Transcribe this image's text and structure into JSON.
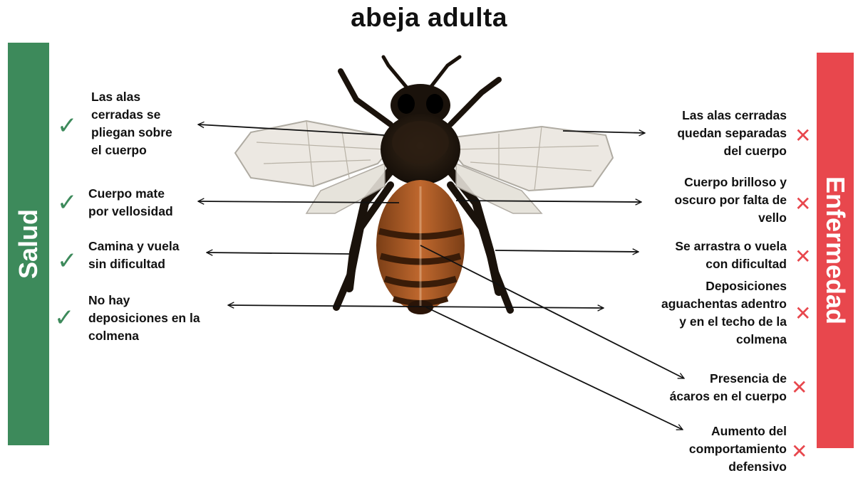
{
  "title": "abeja adulta",
  "colors": {
    "health": "#3d8a5b",
    "disease": "#e8474d",
    "check": "#3d8a5b",
    "cross": "#e8474d"
  },
  "health_label": "Salud",
  "disease_label": "Enfermedad",
  "health_items": [
    {
      "text": "Las alas\ncerradas se\npliegan sobre\nel cuerpo",
      "icon": "check-icon"
    },
    {
      "text": "Cuerpo mate\npor vellosidad",
      "icon": "check-icon"
    },
    {
      "text": "Camina y vuela\nsin dificultad",
      "icon": "check-icon"
    },
    {
      "text": "No hay\ndeposiciones en la\ncolmena",
      "icon": "check-icon"
    }
  ],
  "disease_items": [
    {
      "text": "Las alas cerradas\nquedan separadas\ndel cuerpo",
      "icon": "cross-icon"
    },
    {
      "text": "Cuerpo brilloso y\noscuro por falta de\nvello",
      "icon": "cross-icon"
    },
    {
      "text": "Se arrastra o vuela\ncon dificultad",
      "icon": "cross-icon"
    },
    {
      "text": "Deposiciones\naguachentas adentro\ny en el techo de la\ncolmena",
      "icon": "cross-icon"
    },
    {
      "text": "Presencia de\nácaros en el cuerpo",
      "icon": "cross-icon"
    },
    {
      "text": "Aumento del\ncomportamiento\ndefensivo",
      "icon": "cross-icon"
    }
  ],
  "icons": {
    "check": "✓",
    "cross": "✕"
  }
}
